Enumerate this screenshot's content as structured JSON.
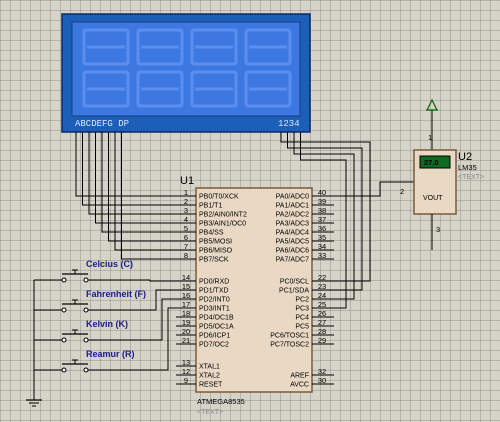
{
  "lcd": {
    "left_pins": "ABCDEFG DP",
    "right_pins": "1234"
  },
  "mcu": {
    "ref": "U1",
    "part": "ATMEGA8535",
    "text_tag": "<TEXT>",
    "left_pins": [
      {
        "num": "1",
        "name": "PB0/T0/XCK"
      },
      {
        "num": "2",
        "name": "PB1/T1"
      },
      {
        "num": "3",
        "name": "PB2/AIN0/INT2"
      },
      {
        "num": "4",
        "name": "PB3/AIN1/OC0"
      },
      {
        "num": "5",
        "name": "PB4/SS"
      },
      {
        "num": "6",
        "name": "PB5/MOSI"
      },
      {
        "num": "7",
        "name": "PB6/MISO"
      },
      {
        "num": "8",
        "name": "PB7/SCK"
      },
      {
        "num": "14",
        "name": "PD0/RXD"
      },
      {
        "num": "15",
        "name": "PD1/TXD"
      },
      {
        "num": "16",
        "name": "PD2/INT0"
      },
      {
        "num": "17",
        "name": "PD3/INT1"
      },
      {
        "num": "18",
        "name": "PD4/OC1B"
      },
      {
        "num": "19",
        "name": "PD5/OC1A"
      },
      {
        "num": "20",
        "name": "PD6/ICP1"
      },
      {
        "num": "21",
        "name": "PD7/OC2"
      },
      {
        "num": "13",
        "name": "XTAL1"
      },
      {
        "num": "12",
        "name": "XTAL2"
      },
      {
        "num": "9",
        "name": "RESET"
      }
    ],
    "right_pins": [
      {
        "num": "40",
        "name": "PA0/ADC0"
      },
      {
        "num": "39",
        "name": "PA1/ADC1"
      },
      {
        "num": "38",
        "name": "PA2/ADC2"
      },
      {
        "num": "37",
        "name": "PA3/ADC3"
      },
      {
        "num": "36",
        "name": "PA4/ADC4"
      },
      {
        "num": "35",
        "name": "PA5/ADC5"
      },
      {
        "num": "34",
        "name": "PA6/ADC6"
      },
      {
        "num": "33",
        "name": "PA7/ADC7"
      },
      {
        "num": "22",
        "name": "PC0/SCL"
      },
      {
        "num": "23",
        "name": "PC1/SDA"
      },
      {
        "num": "24",
        "name": "PC2"
      },
      {
        "num": "25",
        "name": "PC3"
      },
      {
        "num": "26",
        "name": "PC4"
      },
      {
        "num": "27",
        "name": "PC5"
      },
      {
        "num": "28",
        "name": "PC6/TOSC1"
      },
      {
        "num": "29",
        "name": "PC7/TOSC2"
      },
      {
        "num": "32",
        "name": "AREF"
      },
      {
        "num": "30",
        "name": "AVCC"
      }
    ]
  },
  "sensor": {
    "ref": "U2",
    "part": "LM35",
    "text_tag": "<TEXT>",
    "reading": "27.0",
    "out_label": "VOUT",
    "pin_top": "1",
    "pin_out": "2",
    "pin_bottom": "3"
  },
  "buttons": [
    {
      "label": "Celcius (C)"
    },
    {
      "label": "Fahrenheit (F)"
    },
    {
      "label": "Kelvin (K)"
    },
    {
      "label": "Reamur (R)"
    }
  ],
  "colors": {
    "lcd_bezel": "#1c5fb8",
    "lcd_screen": "#3d78e0",
    "segments": "#5b8ef0",
    "sensor_body": "#e8d8c4",
    "sensor_display": "#0e6a1e",
    "chip_body": "#e8d8c4",
    "wire": "#000000",
    "power": "#006600"
  }
}
